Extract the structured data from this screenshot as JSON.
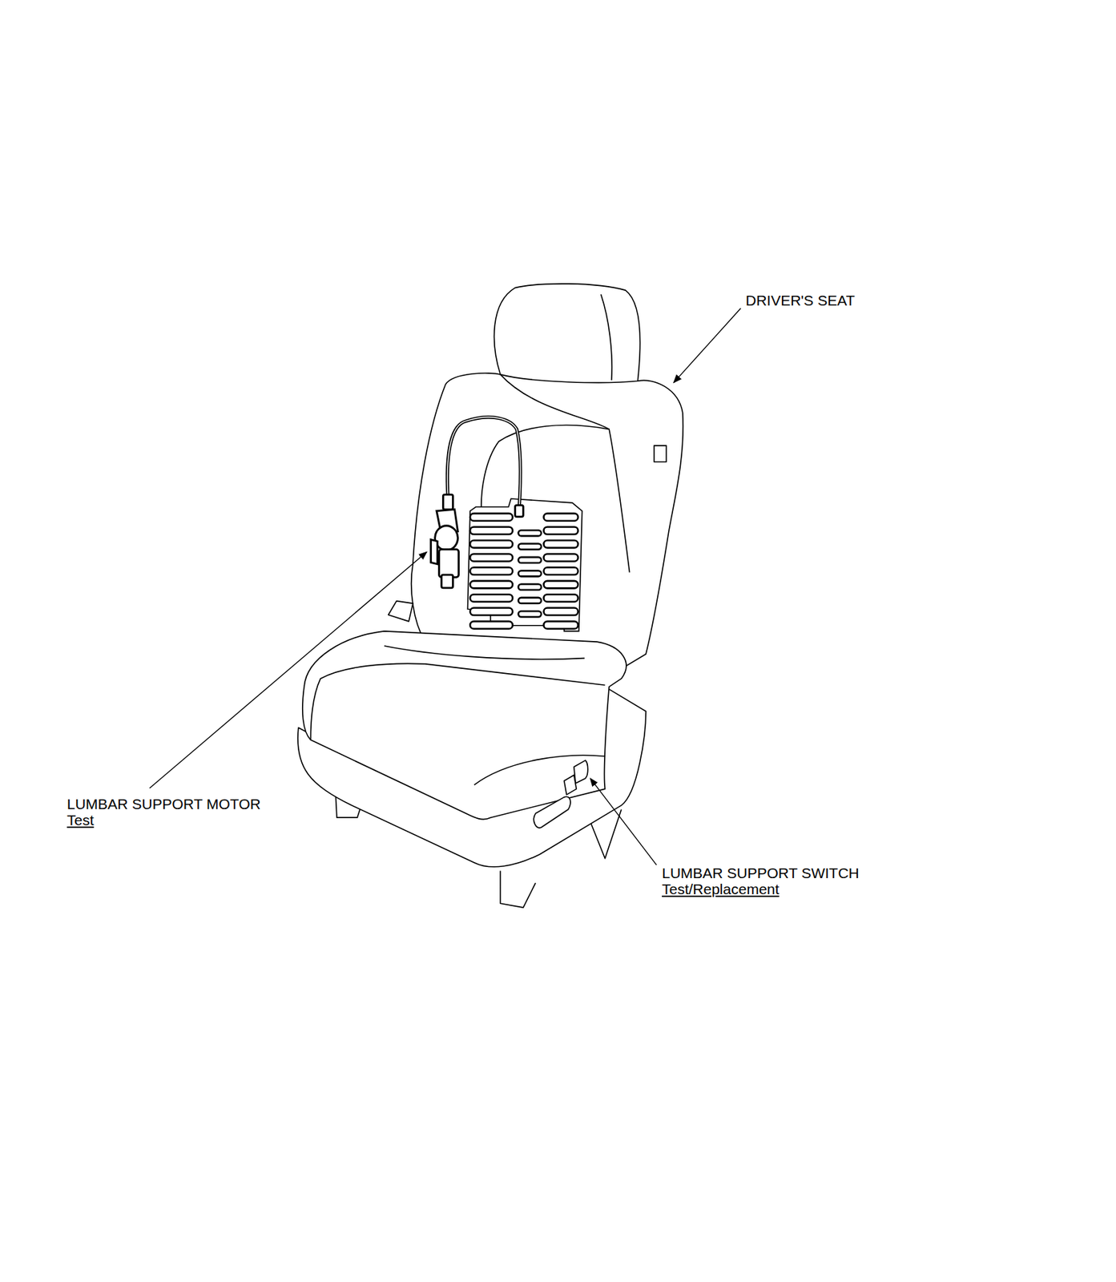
{
  "diagram": {
    "labels": [
      "DRIVER'S SEAT",
      "LUMBAR SUPPORT MOTOR",
      "Test",
      "LUMBAR SUPPORT SWITCH",
      "Test/Replacement"
    ]
  }
}
